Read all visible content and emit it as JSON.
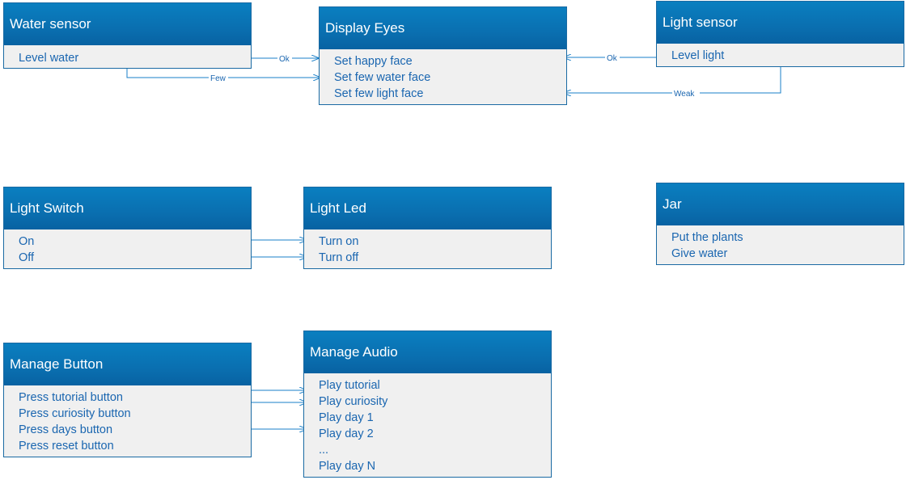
{
  "boxes": {
    "water_sensor": {
      "title": "Water sensor",
      "items": [
        "Level water"
      ]
    },
    "display_eyes": {
      "title": "Display Eyes",
      "items": [
        "Set happy face",
        "Set few water face",
        "Set few light face"
      ]
    },
    "light_sensor": {
      "title": "Light sensor",
      "items": [
        "Level light"
      ]
    },
    "light_switch": {
      "title": "Light Switch",
      "items": [
        "On",
        "Off"
      ]
    },
    "light_led": {
      "title": "Light Led",
      "items": [
        "Turn on",
        "Turn off"
      ]
    },
    "jar": {
      "title": "Jar",
      "items": [
        "Put the plants",
        "Give water"
      ]
    },
    "manage_button": {
      "title": "Manage Button",
      "items": [
        "Press tutorial button",
        "Press curiosity button",
        "Press days button",
        "Press reset button"
      ]
    },
    "manage_audio": {
      "title": "Manage Audio",
      "items": [
        "Play tutorial",
        "Play curiosity",
        "Play day 1",
        "Play day 2",
        "...",
        "Play day N"
      ]
    }
  },
  "edge_labels": {
    "water_ok": "Ok",
    "water_few": "Few",
    "light_ok": "Ok",
    "light_weak": "Weak"
  },
  "colors": {
    "header": "#0a6fb0",
    "border": "#1a6aa3",
    "item_text": "#1a66b0",
    "body_bg": "#f0f0f0",
    "arrow": "#1a7fc8"
  }
}
